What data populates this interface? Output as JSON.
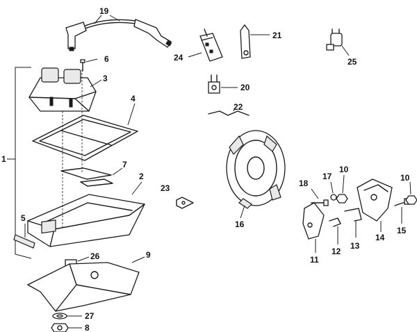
{
  "callouts": {
    "c1": "1",
    "c2": "2",
    "c3": "3",
    "c4": "4",
    "c5": "5",
    "c6": "6",
    "c7": "7",
    "c8": "8",
    "c9": "9",
    "c10a": "10",
    "c10b": "10",
    "c11": "11",
    "c12": "12",
    "c13": "13",
    "c14": "14",
    "c15": "15",
    "c16": "16",
    "c17": "17",
    "c18": "18",
    "c19": "19",
    "c20": "20",
    "c21": "21",
    "c22": "22",
    "c23": "23",
    "c24": "24",
    "c25": "25",
    "c26": "26",
    "c27": "27"
  }
}
